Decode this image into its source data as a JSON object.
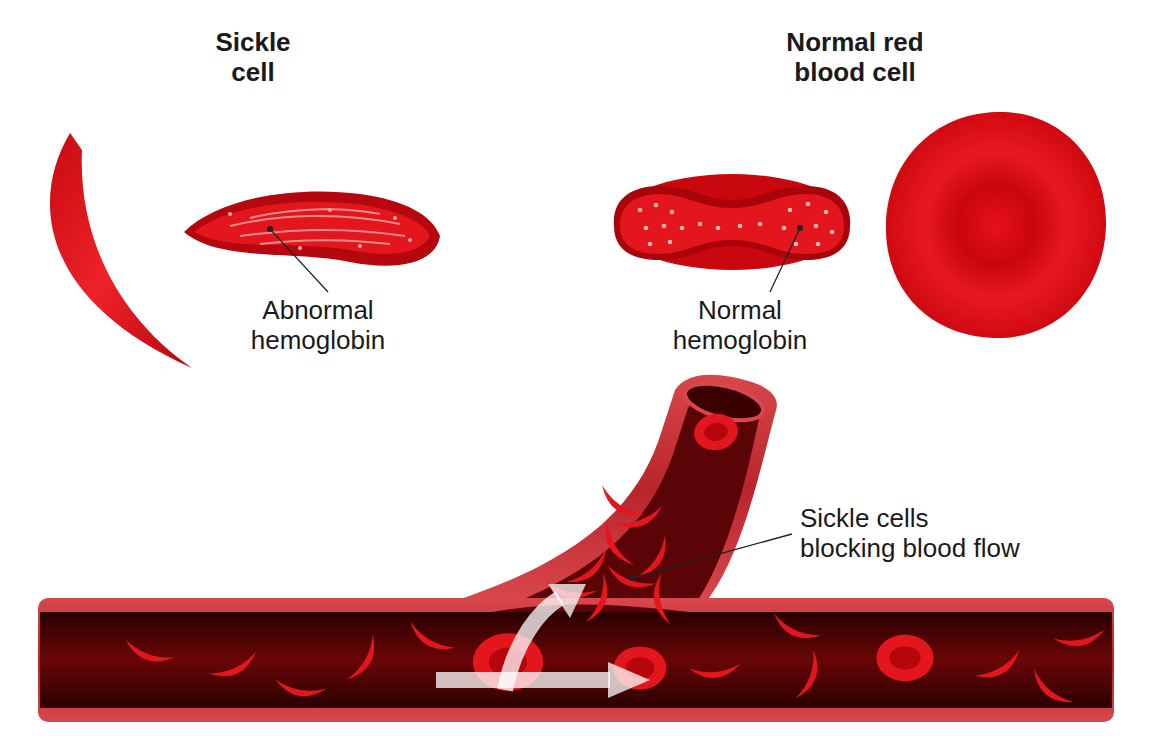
{
  "diagram": {
    "labels": [
      "Sickle cell",
      "Normal red blood cell",
      "Abnormal hemoglobin",
      "Normal hemoglobin",
      "Sickle cells blocking blood flow"
    ]
  }
}
